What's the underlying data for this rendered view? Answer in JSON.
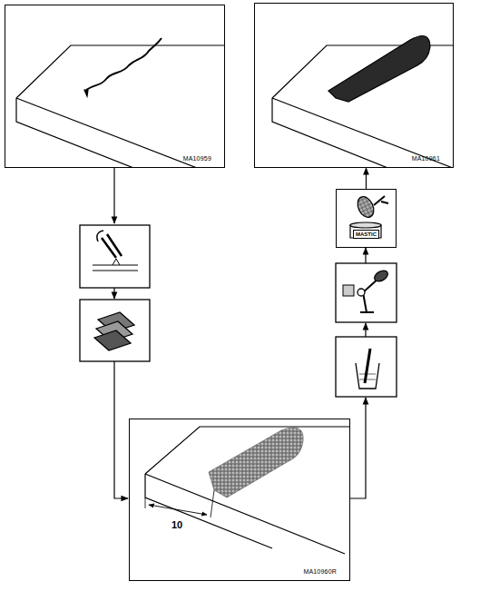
{
  "diagram": {
    "nodes": [
      {
        "text": [
          "MA10959"
        ]
      },
      {
        "text": [
          "MA10961"
        ]
      },
      {
        "text": [
          "MASTIC"
        ]
      },
      {
        "text": [
          "MA10960R"
        ]
      }
    ],
    "edges": [
      {
        "from": 2,
        "to": 1,
        "arrow": "to"
      }
    ],
    "labels": [
      "10"
    ]
  }
}
